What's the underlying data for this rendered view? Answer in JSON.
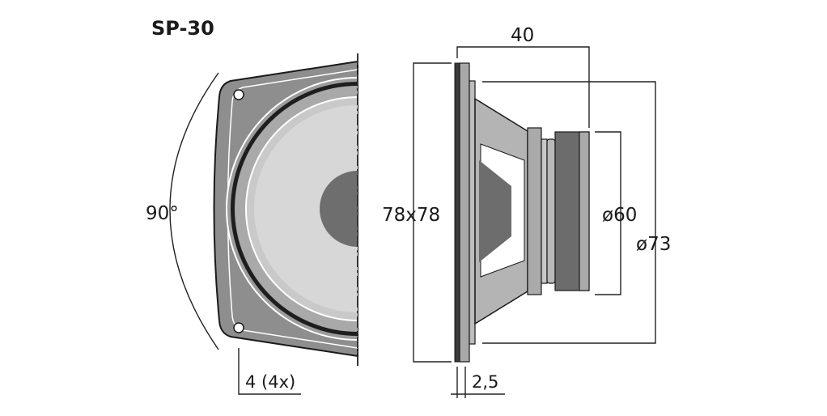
{
  "model": "SP-30",
  "dimensions": {
    "depth": "40",
    "outer_diameter": "ø73",
    "inner_diameter": "ø60",
    "frame_size": "78x78",
    "frame_thickness": "2,5",
    "hole_spacing_angle": "90°",
    "mounting_holes": "4 (4x)"
  },
  "colors": {
    "frame": "#8e8e8e",
    "surround_dark": "#1e1e1e",
    "cone_light": "#c9c9c9",
    "cone_lighter": "#d7d7d7",
    "dust_cap": "#6e6e6e",
    "basket": "#b4b4b4",
    "magnet": "#6c6c6c"
  }
}
